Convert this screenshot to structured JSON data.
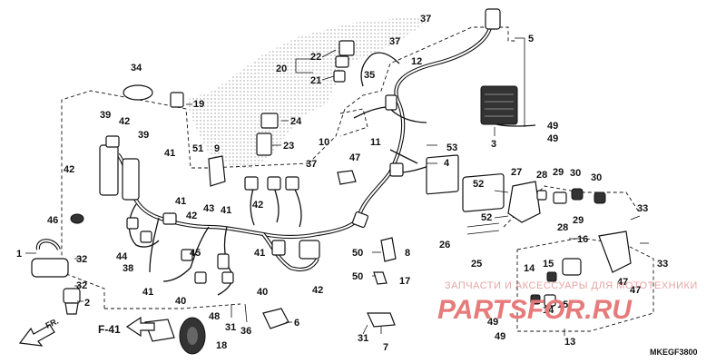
{
  "diagram": {
    "parts": [
      {
        "id": "p1",
        "label": "1"
      },
      {
        "id": "p2",
        "label": "2"
      },
      {
        "id": "p3",
        "label": "3"
      },
      {
        "id": "p4",
        "label": "4"
      },
      {
        "id": "p5",
        "label": "5"
      },
      {
        "id": "p6",
        "label": "6"
      },
      {
        "id": "p7",
        "label": "7"
      },
      {
        "id": "p8",
        "label": "8"
      },
      {
        "id": "p9",
        "label": "9"
      },
      {
        "id": "p10",
        "label": "10"
      },
      {
        "id": "p11",
        "label": "11"
      },
      {
        "id": "p12",
        "label": "12"
      },
      {
        "id": "p13",
        "label": "13"
      },
      {
        "id": "p14a",
        "label": "14"
      },
      {
        "id": "p14b",
        "label": "14"
      },
      {
        "id": "p15a",
        "label": "15"
      },
      {
        "id": "p15b",
        "label": "15"
      },
      {
        "id": "p16",
        "label": "16"
      },
      {
        "id": "p17",
        "label": "17"
      },
      {
        "id": "p18",
        "label": "18"
      },
      {
        "id": "p19",
        "label": "19"
      },
      {
        "id": "p20",
        "label": "20"
      },
      {
        "id": "p21",
        "label": "21"
      },
      {
        "id": "p22",
        "label": "22"
      },
      {
        "id": "p23",
        "label": "23"
      },
      {
        "id": "p24",
        "label": "24"
      },
      {
        "id": "p25",
        "label": "25"
      },
      {
        "id": "p26",
        "label": "26"
      },
      {
        "id": "p27",
        "label": "27"
      },
      {
        "id": "p28a",
        "label": "28"
      },
      {
        "id": "p28b",
        "label": "28"
      },
      {
        "id": "p29a",
        "label": "29"
      },
      {
        "id": "p29b",
        "label": "29"
      },
      {
        "id": "p30a",
        "label": "30"
      },
      {
        "id": "p30b",
        "label": "30"
      },
      {
        "id": "p31a",
        "label": "31"
      },
      {
        "id": "p31b",
        "label": "31"
      },
      {
        "id": "p32a",
        "label": "32"
      },
      {
        "id": "p32b",
        "label": "32"
      },
      {
        "id": "p33a",
        "label": "33"
      },
      {
        "id": "p33b",
        "label": "33"
      },
      {
        "id": "p34",
        "label": "34"
      },
      {
        "id": "p35",
        "label": "35"
      },
      {
        "id": "p36",
        "label": "36"
      },
      {
        "id": "p37a",
        "label": "37"
      },
      {
        "id": "p37b",
        "label": "37"
      },
      {
        "id": "p37c",
        "label": "37"
      },
      {
        "id": "p38",
        "label": "38"
      },
      {
        "id": "p39a",
        "label": "39"
      },
      {
        "id": "p39b",
        "label": "39"
      },
      {
        "id": "p40a",
        "label": "40"
      },
      {
        "id": "p40b",
        "label": "40"
      },
      {
        "id": "p41a",
        "label": "41"
      },
      {
        "id": "p41b",
        "label": "41"
      },
      {
        "id": "p41c",
        "label": "41"
      },
      {
        "id": "p41d",
        "label": "41"
      },
      {
        "id": "p41e",
        "label": "41"
      },
      {
        "id": "p42a",
        "label": "42"
      },
      {
        "id": "p42b",
        "label": "42"
      },
      {
        "id": "p42c",
        "label": "42"
      },
      {
        "id": "p42d",
        "label": "42"
      },
      {
        "id": "p42e",
        "label": "42"
      },
      {
        "id": "p43",
        "label": "43"
      },
      {
        "id": "p44",
        "label": "44"
      },
      {
        "id": "p45",
        "label": "45"
      },
      {
        "id": "p46",
        "label": "46"
      },
      {
        "id": "p47a",
        "label": "47"
      },
      {
        "id": "p47b",
        "label": "47"
      },
      {
        "id": "p47c",
        "label": "47"
      },
      {
        "id": "p48",
        "label": "48"
      },
      {
        "id": "p49a",
        "label": "49"
      },
      {
        "id": "p49b",
        "label": "49"
      },
      {
        "id": "p49c",
        "label": "49"
      },
      {
        "id": "p49d",
        "label": "49"
      },
      {
        "id": "p50a",
        "label": "50"
      },
      {
        "id": "p50b",
        "label": "50"
      },
      {
        "id": "p51",
        "label": "51"
      },
      {
        "id": "p52a",
        "label": "52"
      },
      {
        "id": "p52b",
        "label": "52"
      },
      {
        "id": "p53",
        "label": "53"
      }
    ],
    "frame_ref": "F-41",
    "direction": "FR.",
    "diagram_code": "MKEGF3800"
  },
  "watermark": {
    "line1": "ЗАПЧАСТИ И АКСЕССУАРЫ ДЛЯ МОТОТЕХНИКИ",
    "line2": "PARTSFOR.RU",
    "color": "#e77a7a"
  },
  "colors": {
    "ink": "#111111",
    "background": "#ffffff"
  }
}
